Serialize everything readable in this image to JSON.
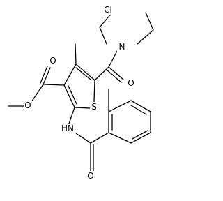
{
  "molecule": {
    "atom_labels": {
      "chlorine": "Cl",
      "diethylamide_nitrogen": "N",
      "amide_oxygen_top": "O",
      "ester_carbonyl_oxygen": "O",
      "ester_ether_oxygen": "O",
      "ring_sulfur": "S",
      "anilide_nitrogen": "HN",
      "benzamide_oxygen": "O"
    }
  }
}
